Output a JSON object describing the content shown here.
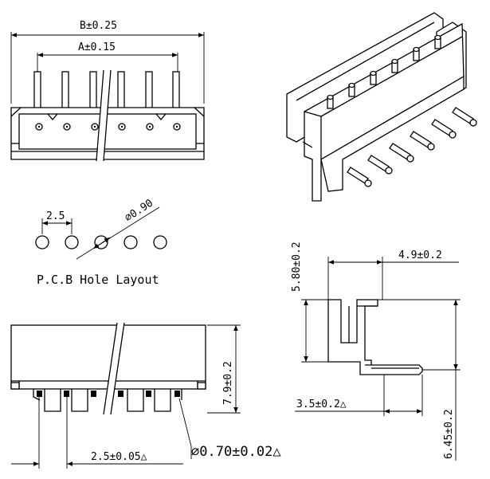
{
  "dimensions": {
    "b_overall": "B±0.25",
    "a_pins": "A±0.15",
    "hole_pitch": "2.5",
    "hole_diameter": "∅0.90",
    "height_front": "7.9±0.2",
    "pitch_tolerance": "2.5±0.05△",
    "pin_diameter": "∅0.70±0.02△",
    "side_upper_height": "5.80±0.2",
    "side_depth": "4.9±0.2",
    "side_pin_length": "3.5±0.2△",
    "side_pin_height": "6.45±0.2"
  },
  "captions": {
    "pcb_layout": "P.C.B Hole Layout"
  }
}
